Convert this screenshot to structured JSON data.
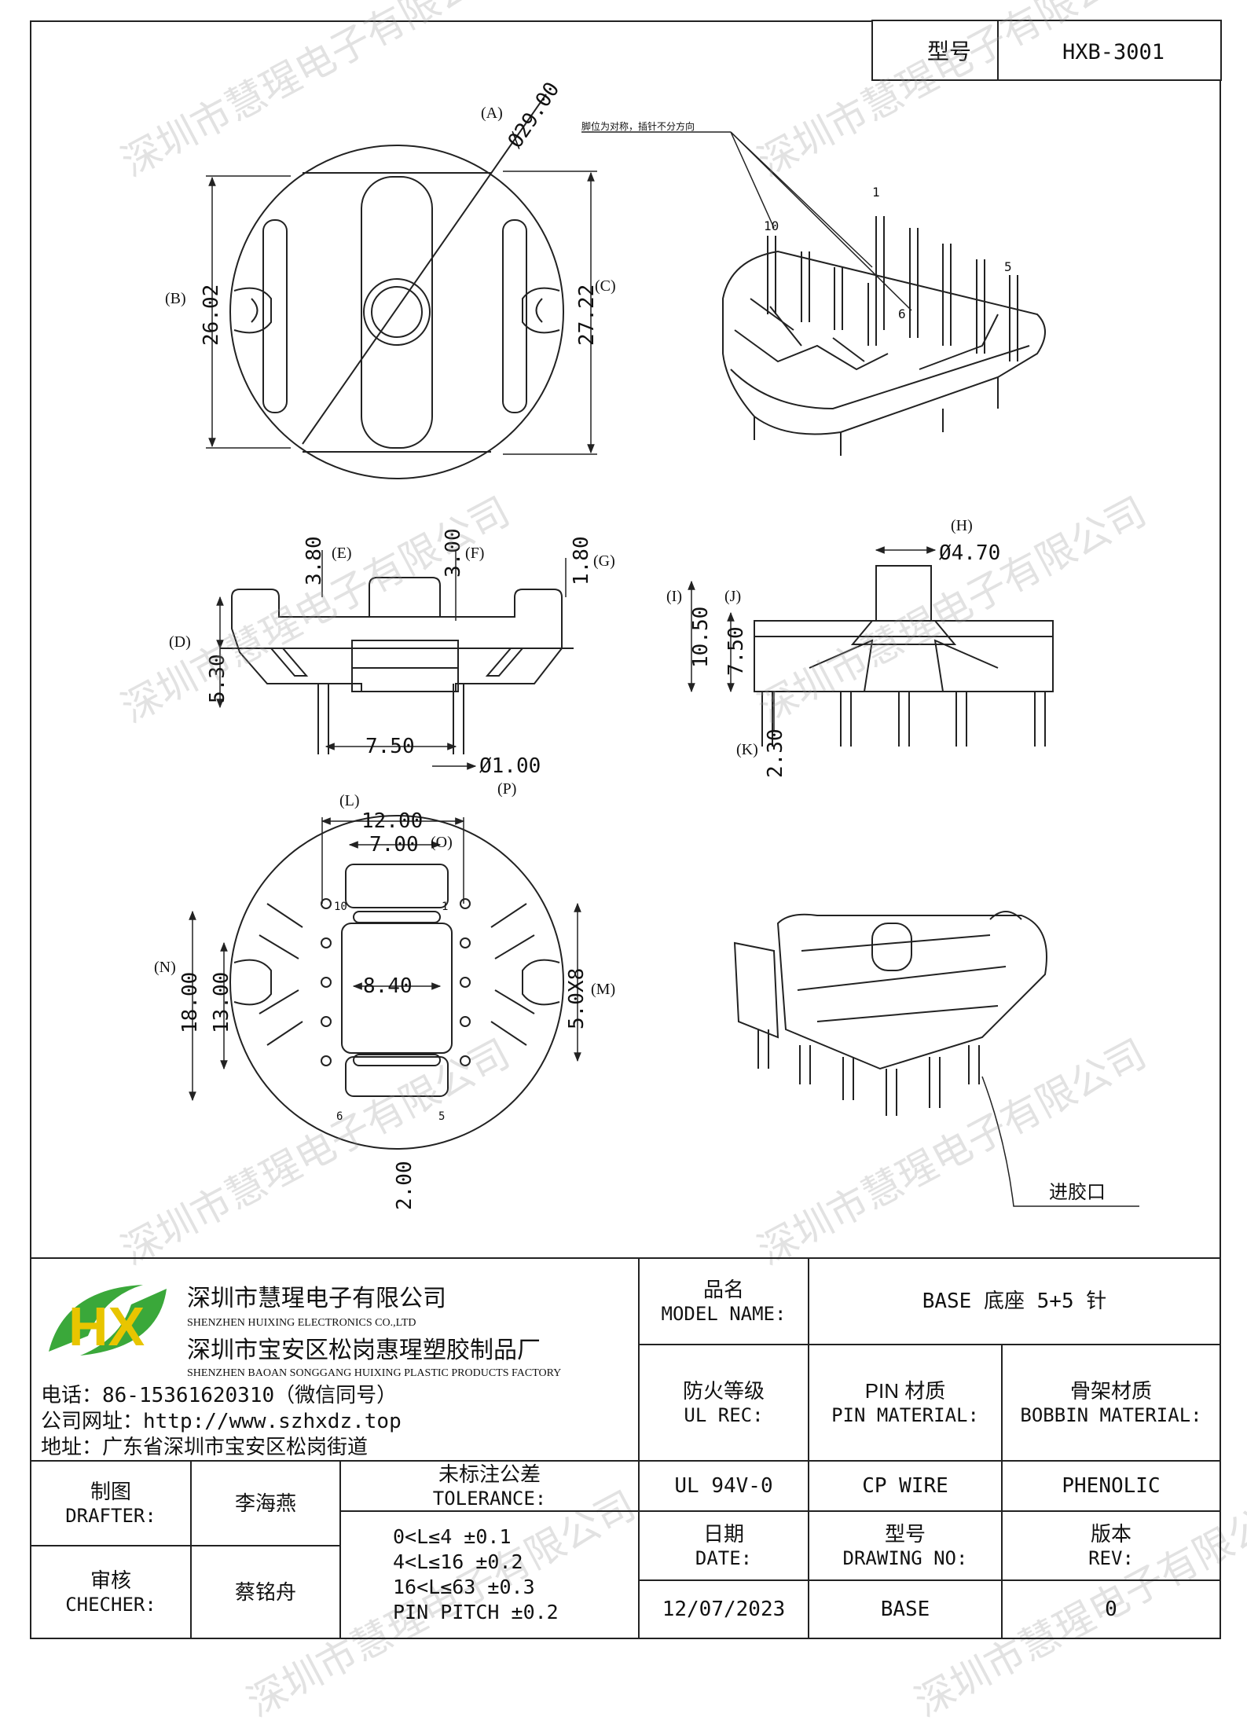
{
  "header": {
    "model_label": "型号",
    "model_value": "HXB-3001"
  },
  "views": {
    "top": {
      "dims": {
        "A_label": "(A)",
        "A_value": "Ø29.00",
        "B_label": "(B)",
        "B_value": "26.02",
        "C_label": "(C)",
        "C_value": "27.22"
      }
    },
    "iso": {
      "note": "脚位为对称，插针不分方向",
      "pin_1": "1",
      "pin_5": "5",
      "pin_6": "6",
      "pin_10": "10"
    },
    "side_front": {
      "dims": {
        "E_label": "(E)",
        "E_value": "3.80",
        "F_label": "(F)",
        "F_value": "3.00",
        "G_label": "(G)",
        "G_value": "1.80",
        "D_label": "(D)",
        "D_value": "5.30",
        "pitch": "7.50",
        "P_label": "(P)",
        "P_value": "Ø1.00"
      }
    },
    "side_right": {
      "dims": {
        "H_label": "(H)",
        "H_value": "Ø4.70",
        "I_label": "(I)",
        "I_value": "10.50",
        "J_label": "(J)",
        "J_value": "7.50",
        "K_label": "(K)",
        "K_value": "2.30"
      }
    },
    "bottom": {
      "dims": {
        "L_label": "(L)",
        "L_value": "12.00",
        "O_label": "(O)",
        "O_value": "7.00",
        "N_label": "(N)",
        "N_value": "18.00",
        "N2_value": "13.00",
        "M_label": "(M)",
        "M_value": "5.0X8",
        "center": "8.40",
        "slot": "2.00"
      },
      "pins": {
        "p10": "10",
        "p1": "1",
        "p6": "6",
        "p5": "5"
      }
    },
    "iso2": {
      "gate_label": "进胶口"
    }
  },
  "watermark": "深圳市慧瑆电子有限公司",
  "title_block": {
    "logo_text": "HX",
    "company_cn": "深圳市慧瑆电子有限公司",
    "company_en": "SHENZHEN HUIXING ELECTRONICS CO.,LTD",
    "factory_cn": "深圳市宝安区松岗惠瑆塑胶制品厂",
    "factory_en": "SHENZHEN BAOAN SONGGANG HUIXING PLASTIC PRODUCTS FACTORY",
    "phone": "电话：86-15361620310（微信同号）",
    "website": "公司网址：http://www.szhxdz.top",
    "address": "地址：广东省深圳市宝安区松岗街道",
    "model_name_cn": "品名",
    "model_name_en": "MODEL NAME:",
    "model_name_value": "BASE 底座 5+5 针",
    "ul_cn": "防火等级",
    "ul_en": "UL REC:",
    "pin_cn": "PIN 材质",
    "pin_en": "PIN MATERIAL:",
    "bobbin_cn": "骨架材质",
    "bobbin_en": "BOBBIN MATERIAL:",
    "ul_value": "UL 94V-0",
    "pin_value": "CP WIRE",
    "bobbin_value": "PHENOLIC",
    "drafter_cn": "制图",
    "drafter_en": "DRAFTER:",
    "drafter_name": "李海燕",
    "checker_cn": "审核",
    "checker_en": "CHECHER:",
    "checker_name": "蔡铭舟",
    "tolerance_cn": "未标注公差",
    "tolerance_en": "TOLERANCE:",
    "tol_1": "0<L≤4  ±0.1",
    "tol_2": "4<L≤16 ±0.2",
    "tol_3": "16<L≤63 ±0.3",
    "tol_4": "PIN PITCH ±0.2",
    "date_cn": "日期",
    "date_en": "DATE:",
    "date_value": "12/07/2023",
    "drawing_cn": "型号",
    "drawing_en": "DRAWING NO:",
    "drawing_value": "BASE",
    "rev_cn": "版本",
    "rev_en": "REV:",
    "rev_value": "0"
  }
}
